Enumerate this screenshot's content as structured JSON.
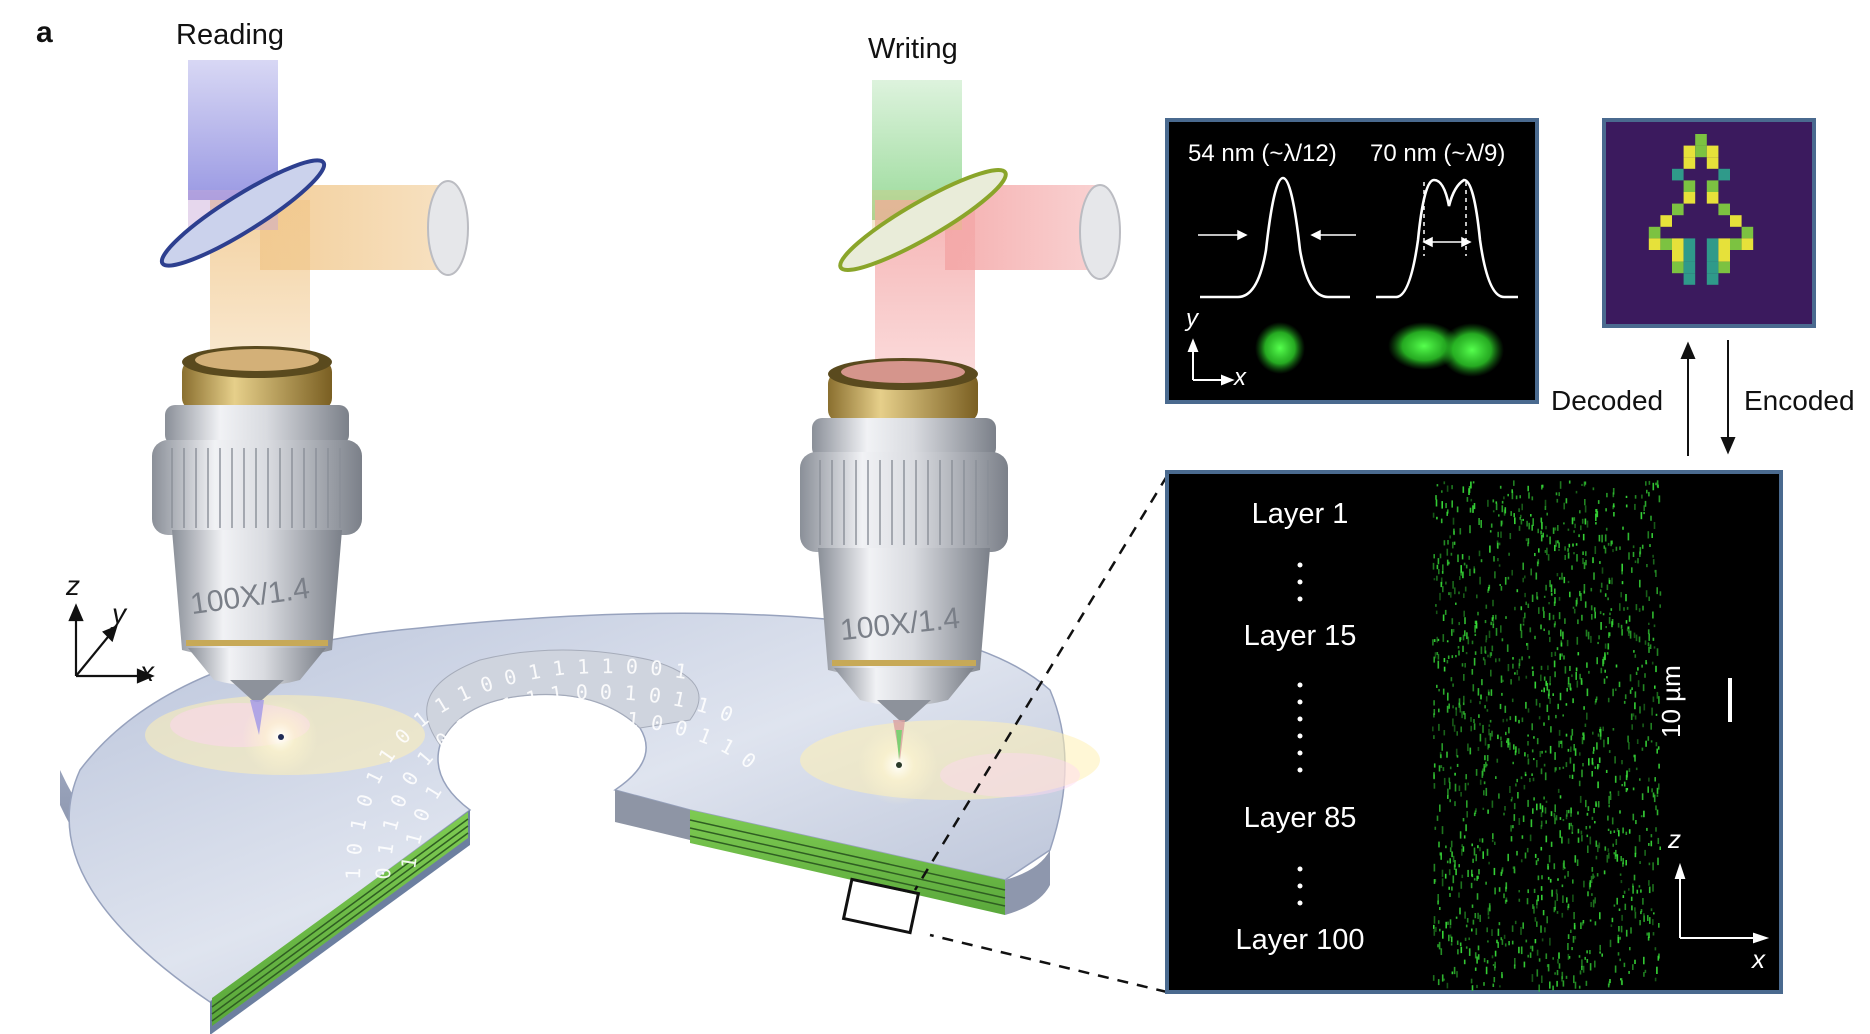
{
  "panel_label": "a",
  "reading": {
    "title": "Reading",
    "objective_label": "100X/1.4"
  },
  "writing": {
    "title": "Writing",
    "objective_label": "100X/1.4"
  },
  "axes": {
    "z": "z",
    "y": "y",
    "x": "x"
  },
  "disc": {
    "binary_rows": [
      "1 0 1 0 1 1 0 1 1 1 0 0 1 1 1 1 0 0 1",
      "0 1 1 0 0 1 0 1 0 1 1 1 0 0 1 0 1 1 0",
      "1 1 0 1 0 0 1 1 1 0 1 0 1 0 0 1 1 0 1"
    ]
  },
  "psf_inset": {
    "label_left": "54 nm (~λ/12)",
    "label_right": "70 nm (~λ/9)",
    "axis_y": "y",
    "axis_x": "x"
  },
  "pattern_inset": {
    "colors": {
      "background": "#3b1a5e",
      "yellow": "#e6e13a",
      "green": "#7cc241",
      "teal": "#2f9a8a"
    }
  },
  "arrows": {
    "decoded": "Decoded",
    "encoded": "Encoded"
  },
  "layers_inset": {
    "layers": [
      "Layer 1",
      "Layer 15",
      "Layer 85",
      "Layer 100"
    ],
    "scale_bar": "10 µm",
    "axis_z": "z",
    "axis_x": "x"
  },
  "colors": {
    "reading_beam": "#8f8ee0",
    "reading_return": "#f1c98f",
    "writing_beam": "#8ed68e",
    "writing_return": "#f4a7a7",
    "frame": "#4a6a8f",
    "spot_green": "#39e23a"
  }
}
